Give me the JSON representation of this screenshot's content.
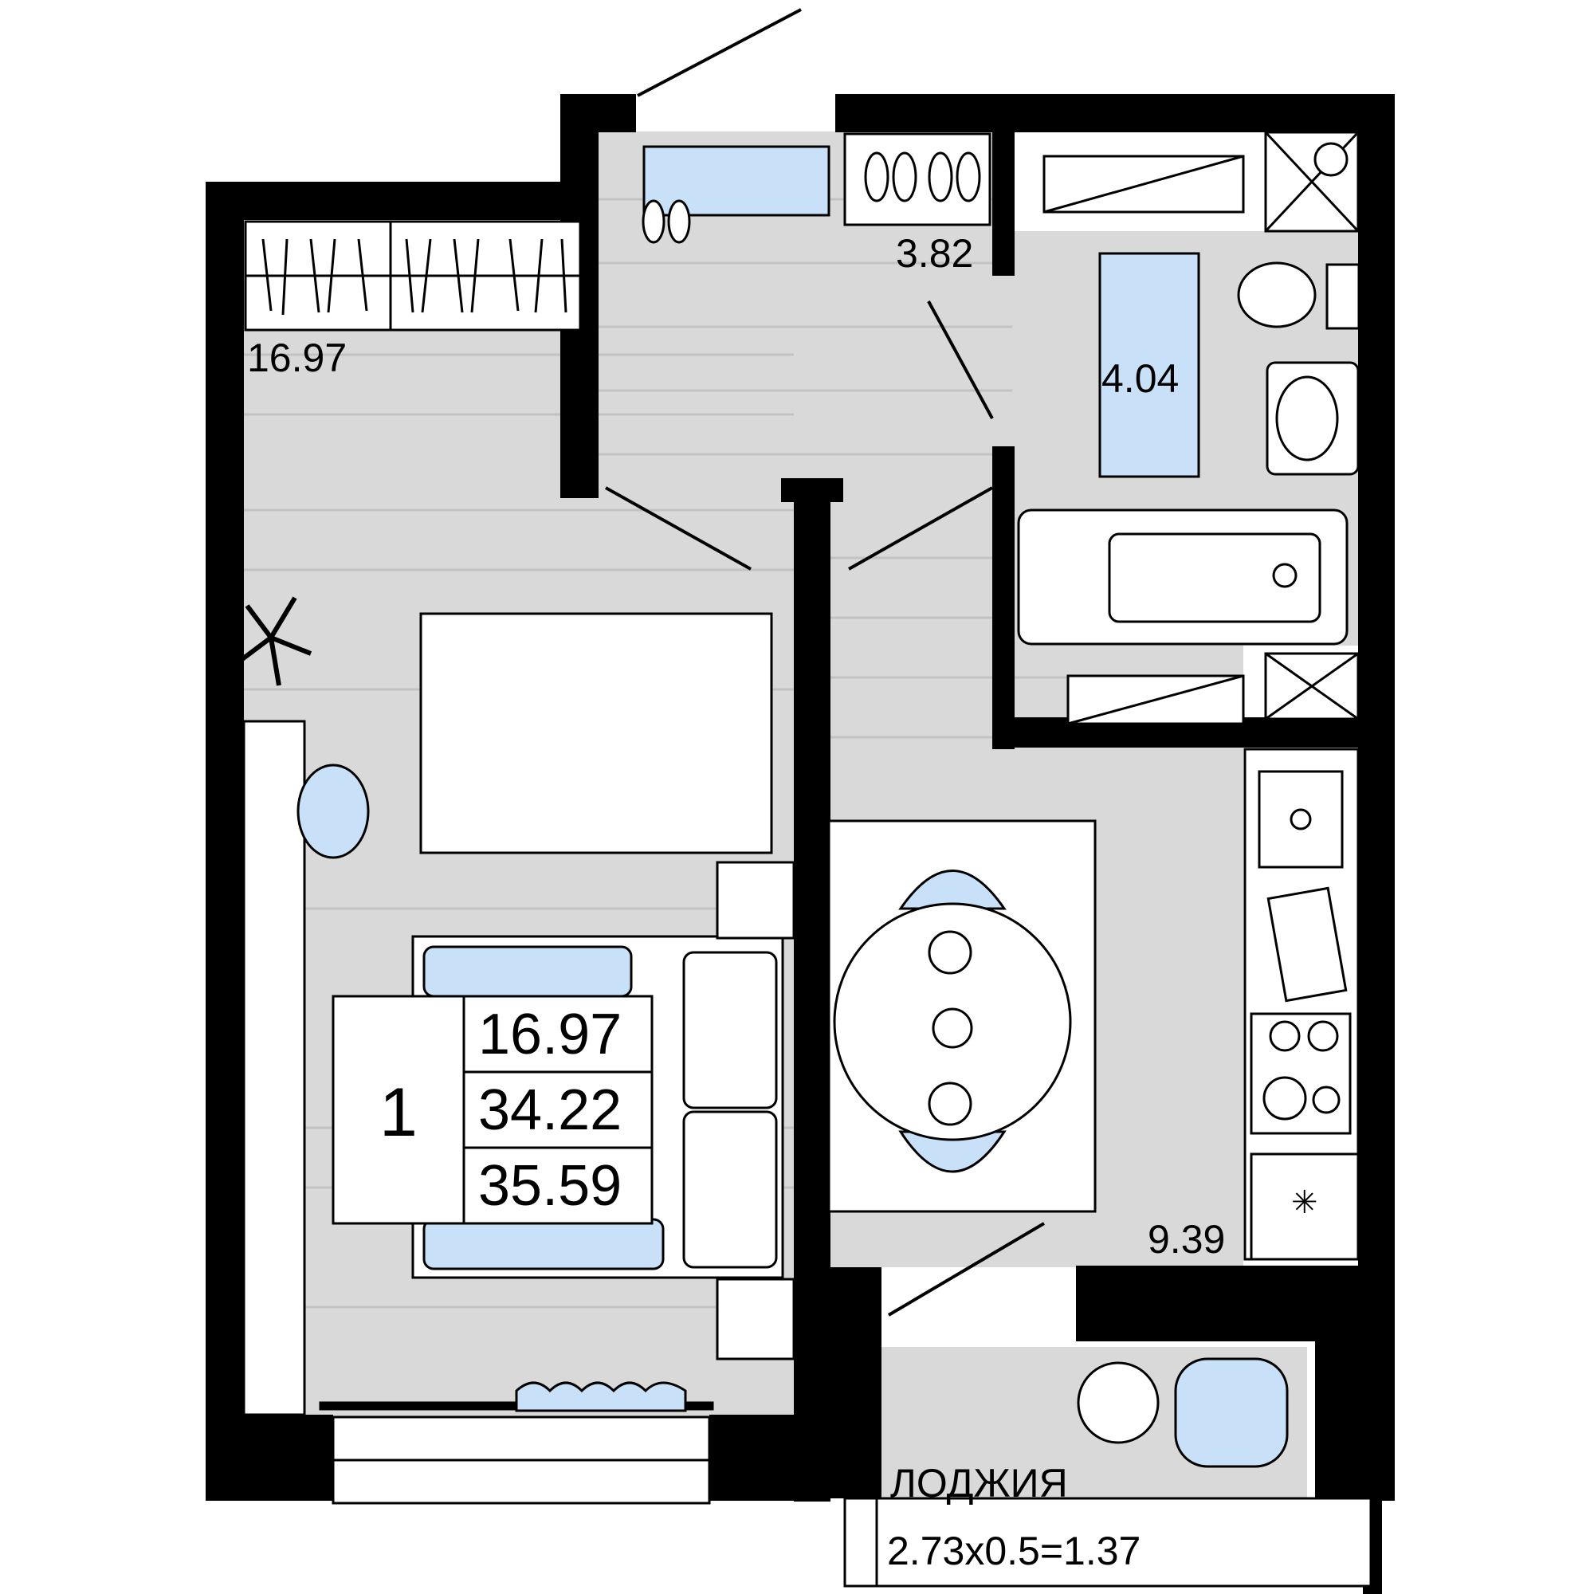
{
  "rooms": {
    "living_area": "16.97",
    "hall_area": "3.82",
    "bath_area": "4.04",
    "kitchen_area": "9.39"
  },
  "summary": {
    "rooms_count": "1",
    "living_area": "16.97",
    "total_area": "34.22",
    "total_area_with_loggia": "35.59"
  },
  "loggia": {
    "title": "ЛОДЖИЯ",
    "formula": "2.73х0.5=1.37"
  },
  "colors": {
    "wall": "#000000",
    "floor": "#d9d9d9",
    "accent": "#c8e0f8",
    "line": "#111111"
  }
}
